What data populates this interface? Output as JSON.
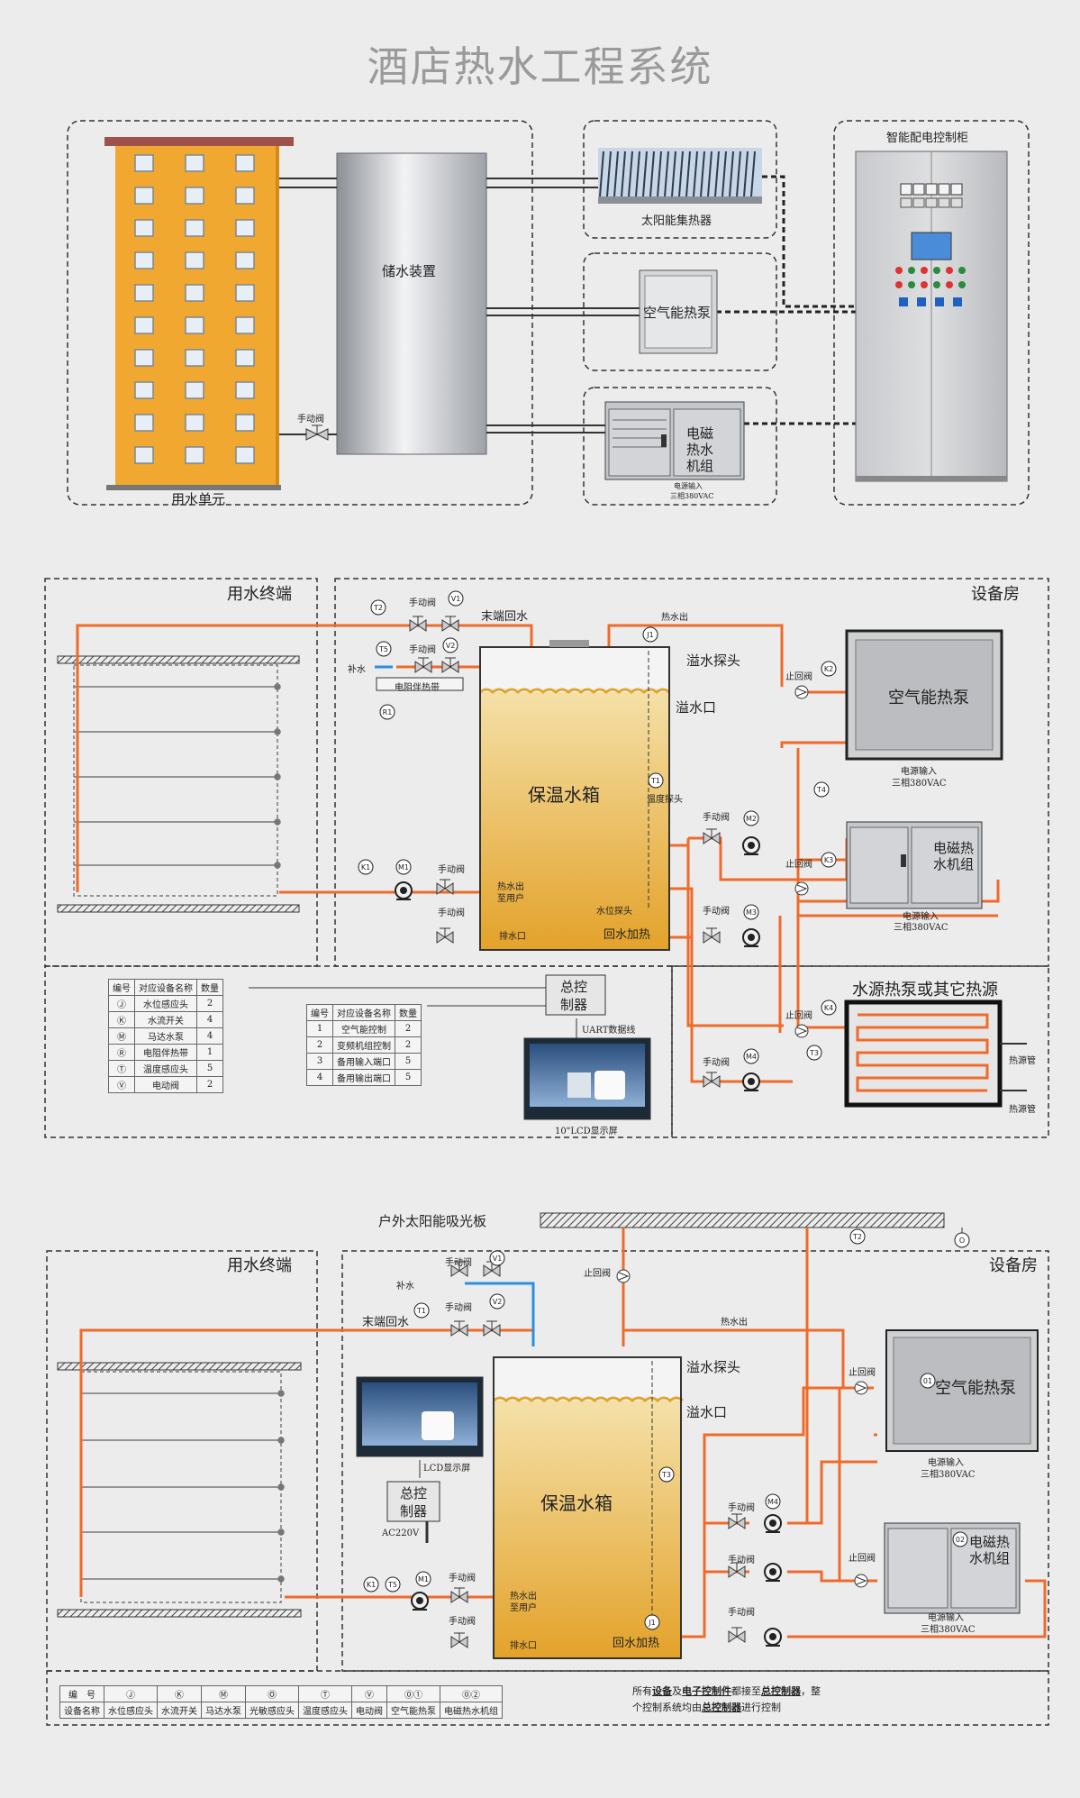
{
  "title": "酒店热水工程系统",
  "section1": {
    "building_label": "用水单元",
    "storage_label": "储水装置",
    "manual_valve": "手动阀",
    "solar_label": "太阳能集热器",
    "air_pump_label": "空气能热泵",
    "em_unit_label": "电磁热水机组",
    "em_power_1": "电源输入",
    "em_power_2": "三相380VAC",
    "cabinet_label": "智能配电控制柜"
  },
  "section2": {
    "left_box": "用水终端",
    "equip_room": "设备房",
    "manual_valve": "手动阀",
    "return_end": "末端回水",
    "makeup": "补水",
    "heat_band": "电阻伴热带",
    "hot_out": "热水出",
    "overflow_probe": "溢水探头",
    "overflow_port": "溢水口",
    "tank": "保温水箱",
    "temp_probe": "温度探头",
    "level_probe": "水位探头",
    "to_user_1": "热水出",
    "to_user_2": "至用户",
    "drain": "排水口",
    "return_heat": "回水加热",
    "check_valve": "止回阀",
    "air_pump": "空气能热泵",
    "power_in": "电源输入",
    "power_3p": "三相380VAC",
    "em_unit_1": "电磁热",
    "em_unit_2": "水机组",
    "water_source": "水源热泵或其它热源",
    "heat_pipe": "热源管",
    "controller_1": "总控",
    "controller_2": "制器",
    "uart": "UART数据线",
    "lcd": "10\"LCD显示屏",
    "tags": {
      "T1": "T1",
      "T2": "T2",
      "T3": "T3",
      "T4": "T4",
      "T5": "T5",
      "V1": "V1",
      "V2": "V2",
      "J1": "J1",
      "K1": "K1",
      "K2": "K2",
      "K3": "K3",
      "K4": "K4",
      "M1": "M1",
      "M2": "M2",
      "M3": "M3",
      "M4": "M4",
      "R1": "R1"
    },
    "table1": {
      "headers": [
        "编号",
        "对应设备名称",
        "数量"
      ],
      "rows": [
        [
          "Ⓙ",
          "水位感应头",
          "2"
        ],
        [
          "Ⓚ",
          "水流开关",
          "4"
        ],
        [
          "Ⓜ",
          "马达水泵",
          "4"
        ],
        [
          "Ⓡ",
          "电阻伴热带",
          "1"
        ],
        [
          "Ⓣ",
          "温度感应头",
          "5"
        ],
        [
          "Ⓥ",
          "电动阀",
          "2"
        ]
      ]
    },
    "table2": {
      "headers": [
        "编号",
        "对应设备名称",
        "数量"
      ],
      "rows": [
        [
          "1",
          "空气能控制",
          "2"
        ],
        [
          "2",
          "变频机组控制",
          "2"
        ],
        [
          "3",
          "备用输入端口",
          "5"
        ],
        [
          "4",
          "备用输出端口",
          "5"
        ]
      ]
    }
  },
  "section3": {
    "solar_panel": "户外太阳能吸光板",
    "left_box": "用水终端",
    "equip_room": "设备房",
    "manual_valve": "手动阀",
    "makeup": "补水",
    "return_end": "末端回水",
    "check_valve": "止回阀",
    "hot_out": "热水出",
    "overflow_probe": "溢水探头",
    "overflow_port": "溢水口",
    "tank": "保温水箱",
    "lcd": "LCD显示屏",
    "controller_1": "总控",
    "controller_2": "制器",
    "ac220": "AC220V",
    "to_user_1": "热水出",
    "to_user_2": "至用户",
    "drain": "排水口",
    "return_heat": "回水加热",
    "air_pump": "空气能热泵",
    "power_in": "电源输入",
    "power_3p": "三相380VAC",
    "em_unit_1": "电磁热",
    "em_unit_2": "水机组",
    "tags": {
      "T1": "T1",
      "T2": "T2",
      "T3": "T3",
      "T5": "T5",
      "V1": "V1",
      "V2": "V2",
      "J1": "J1",
      "K1": "K1",
      "M1": "M1",
      "M4": "M4",
      "O": "O",
      "O1": "01",
      "O2": "02"
    },
    "legend": {
      "row1": [
        "编　号",
        "Ⓙ",
        "Ⓚ",
        "Ⓜ",
        "Ⓞ",
        "Ⓣ",
        "Ⓥ",
        "⓪①",
        "⓪②"
      ],
      "row2": [
        "设备名称",
        "水位感应头",
        "水流开关",
        "马达水泵",
        "光敏感应头",
        "温度感应头",
        "电动阀",
        "空气能热泵",
        "电磁热水机组"
      ]
    },
    "note_1": "所有",
    "note_2": "设备",
    "note_3": "及",
    "note_4": "电子控制件",
    "note_5": "都接至",
    "note_6": "总控制器",
    "note_7": "，整",
    "note_8": "个控制系统均由",
    "note_9": "总控制器",
    "note_10": "进行控制"
  },
  "colors": {
    "pipe": "#f06a2a",
    "pipe_blue": "#2a8fe0",
    "tank_top": "#f5e7b4",
    "tank_bottom": "#e2a42c",
    "building": "#f0a830",
    "dash": "#333333"
  }
}
